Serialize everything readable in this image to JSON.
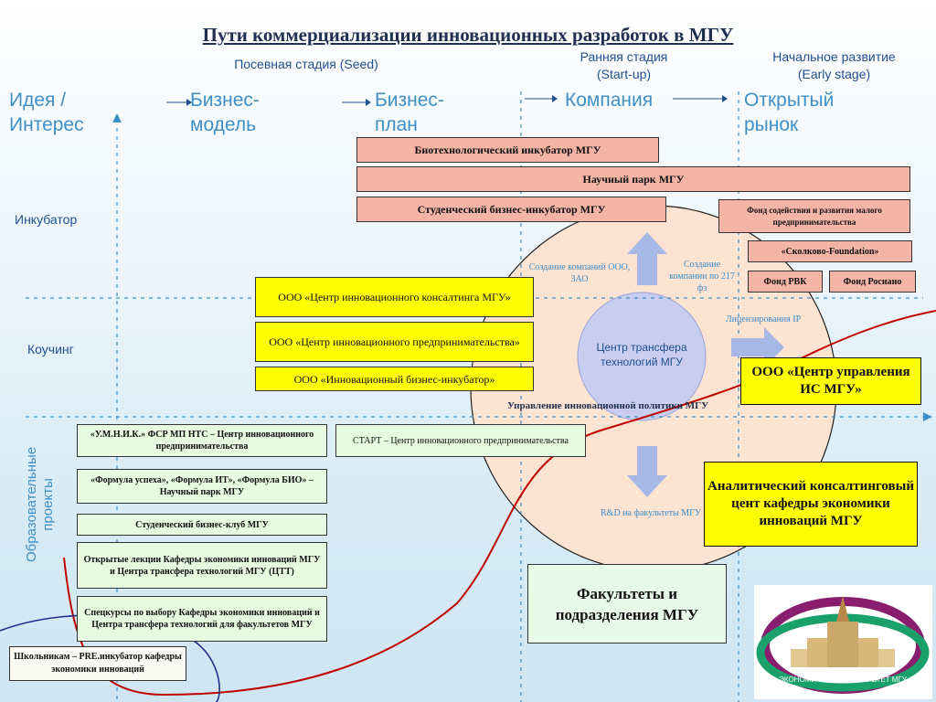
{
  "title": "Пути коммерциализации инновационных разработок в МГУ",
  "stages": {
    "seed": "Посевная стадия (Seed)",
    "startup": [
      "Ранняя стадия",
      "(Start-up)"
    ],
    "early": [
      "Начальное развитие",
      "(Early stage)"
    ]
  },
  "columns": {
    "idea": [
      "Идея /",
      "Интерес"
    ],
    "model": [
      "Бизнес-",
      "модель"
    ],
    "plan": [
      "Бизнес-",
      "план"
    ],
    "company": "Компания",
    "market": [
      "Открытый",
      "рынок"
    ]
  },
  "rows": {
    "incubator": "Инкубатор",
    "coaching": "Коучинг",
    "edu": [
      "Образовательные",
      "проекты"
    ]
  },
  "boxes": {
    "bio": "Биотехнологический инкубатор МГУ",
    "park": "Научный парк МГУ",
    "student_inc": "Студенческий бизнес-инкубатор МГУ",
    "fund_small": "Фонд содействия и развития малого предпринимательства",
    "skolkovo": "«Сколково-Foundation»",
    "rvk": "Фонд РВК",
    "rosnano": "Фонд Роснано",
    "consult": "ООО «Центр инновационного консалтинга МГУ»",
    "entrepr": "ООО «Центр инновационного предпринимательства»",
    "inc_llc": "ООО «Инновационный бизнес-инкубатор»",
    "ip_center": "ООО «Центр управления ИС МГУ»",
    "umnik": "«У.М.Н.И.К.» ФСР МП НТС – Центр инновационного предпринимательства",
    "start": "СТАРТ – Центр инновационного предпринимательства",
    "formula": "«Формула успеха», «Формула ИТ», «Формула БИО» – Научный парк МГУ",
    "club": "Студенческий бизнес-клуб МГУ",
    "lectures": "Открытые лекции Кафедры экономики инноваций МГУ и Центра трансфера технологий МГУ (ЦТТ)",
    "special": "Спецкурсы по выбору Кафедры экономики инноваций и Центра трансфера технологий для факультетов МГУ",
    "school": "Школьникам – PRE.инкубатор кафедры экономики инноваций",
    "analytic": "Аналитический консалтинговый цент кафедры экономики инноваций МГУ",
    "faculties": "Факультеты и подразделения МГУ"
  },
  "circle": {
    "center": "Центр трансфера технологий МГУ",
    "create_llc": "Создание компаний ООО, ЗАО",
    "create_217": "Создание компании по 217 фз",
    "licensing": "Лицензирования IP",
    "policy": "Управление инновационной политики МГУ",
    "rnd": "R&D на факультеты МГУ"
  },
  "logo_text": "ЭКОНОМИЧЕСКИЙ ФАКУЛЬТЕТ МГУ",
  "colors": {
    "pink": "#f4b4a6",
    "yellow": "#ffff00",
    "green": "#e6fbe0",
    "circle": "#fde3d2",
    "center": "#c9cdf0",
    "curve": "#c00000",
    "accent": "#3f8fc6"
  }
}
